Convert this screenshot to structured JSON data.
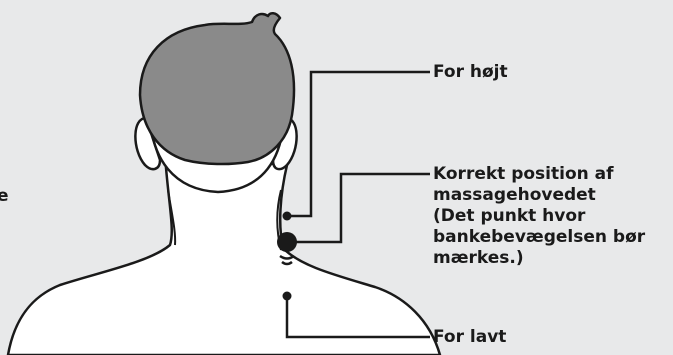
{
  "labels": {
    "too_high": "For højt",
    "correct_lines": [
      "Korrekt position af",
      "massagehovedet",
      "(Det punkt hvor",
      "bankebevægelsen bør",
      "mærkes.)"
    ],
    "too_low": "For lavt",
    "edge_fragment": "e"
  },
  "colors": {
    "background": "#e8e9ea",
    "hair": "#8a8a8a",
    "skin": "#ffffff",
    "outline": "#1a1a1a"
  }
}
